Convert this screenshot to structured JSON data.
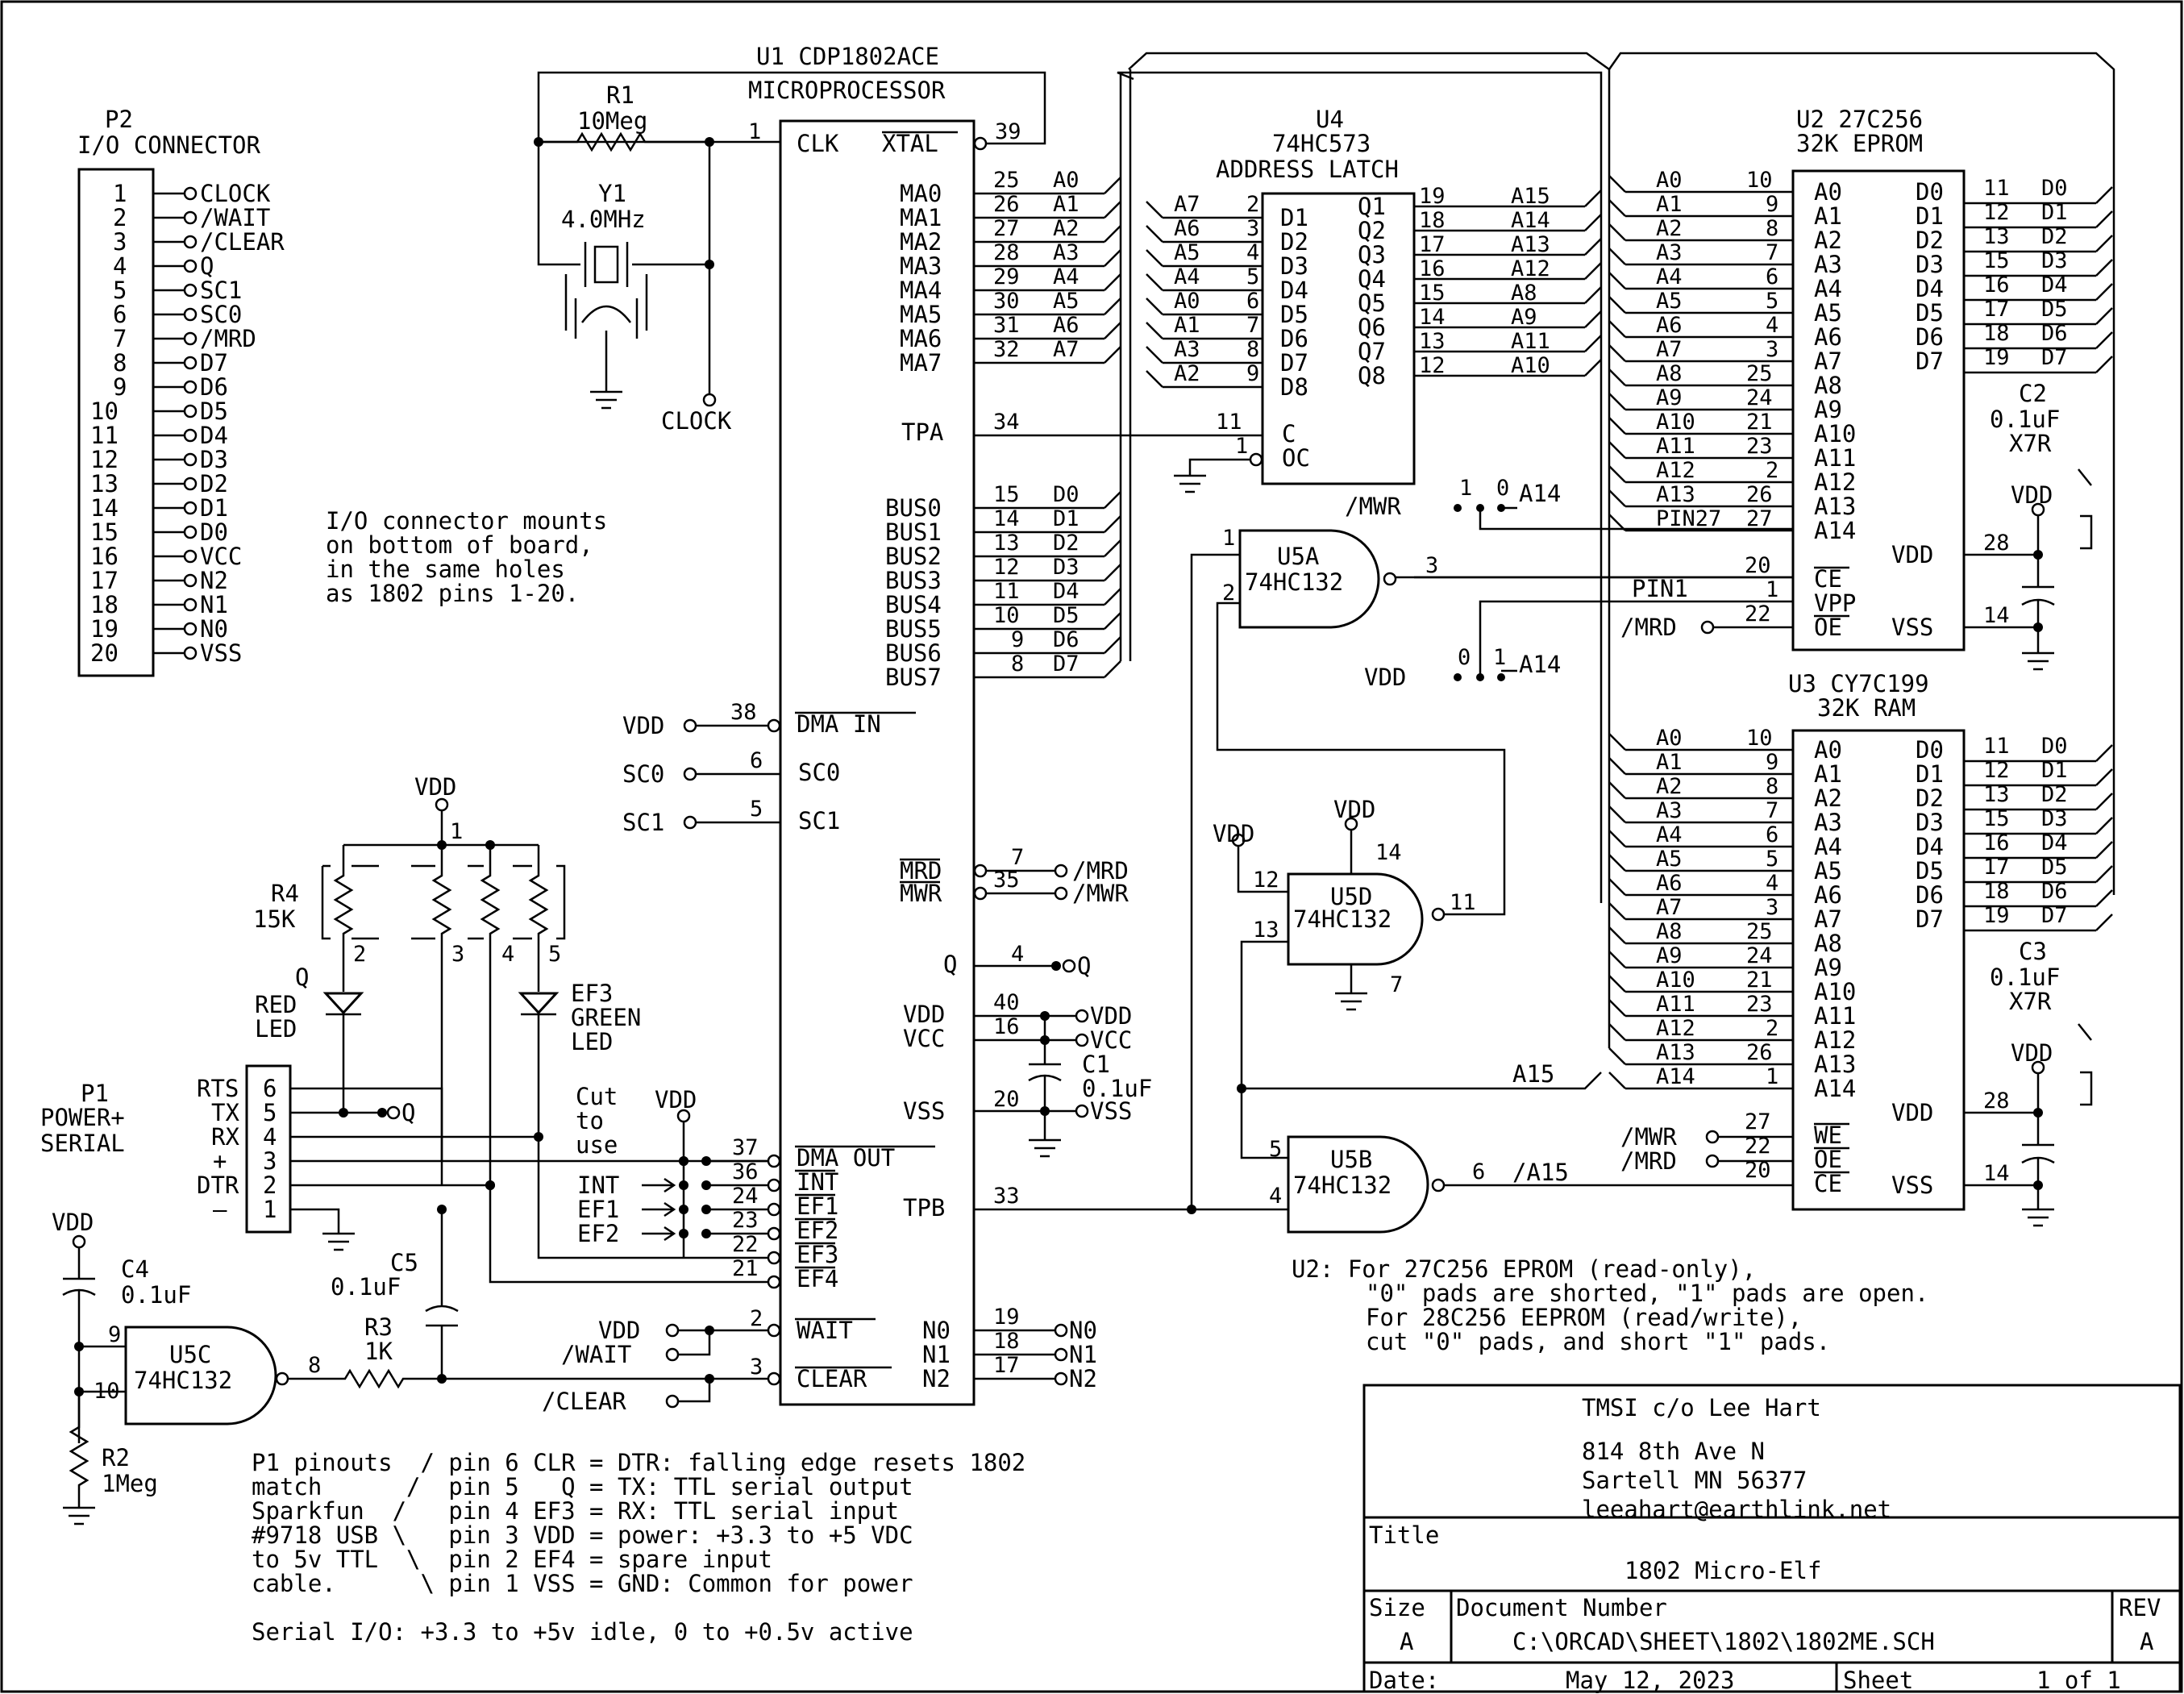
{
  "title_block": {
    "company": "TMSI c/o Lee Hart",
    "address1": "814 8th Ave N",
    "address2": "Sartell MN 56377",
    "email": "leeahart@earthlink.net",
    "title_label": "Title",
    "title": "1802 Micro-Elf",
    "size_label": "Size",
    "size": "A",
    "docnum_label": "Document Number",
    "docnum": "C:\\ORCAD\\SHEET\\1802\\1802ME.SCH",
    "rev_label": "REV",
    "rev": "A",
    "date_label": "Date:",
    "date": "May 12, 2023",
    "sheet_label": "Sheet",
    "sheet": "1 of 1"
  },
  "u1": {
    "ref": "U1 CDP1802ACE",
    "desc": "MICROPROCESSOR",
    "left_pins": [
      {
        "num": "25",
        "sig": "A0",
        "name": "MA0"
      },
      {
        "num": "26",
        "sig": "A1",
        "name": "MA1"
      },
      {
        "num": "27",
        "sig": "A2",
        "name": "MA2"
      },
      {
        "num": "28",
        "sig": "A3",
        "name": "MA3"
      },
      {
        "num": "29",
        "sig": "A4",
        "name": "MA4"
      },
      {
        "num": "30",
        "sig": "A5",
        "name": "MA5"
      },
      {
        "num": "31",
        "sig": "A6",
        "name": "MA6"
      },
      {
        "num": "32",
        "sig": "A7",
        "name": "MA7"
      }
    ],
    "bus_pins": [
      {
        "num": "15",
        "sig": "D0",
        "name": "BUS0"
      },
      {
        "num": "14",
        "sig": "D1",
        "name": "BUS1"
      },
      {
        "num": "13",
        "sig": "D2",
        "name": "BUS2"
      },
      {
        "num": "12",
        "sig": "D3",
        "name": "BUS3"
      },
      {
        "num": "11",
        "sig": "D4",
        "name": "BUS4"
      },
      {
        "num": "10",
        "sig": "D5",
        "name": "BUS5"
      },
      {
        "num": "9",
        "sig": "D6",
        "name": "BUS6"
      },
      {
        "num": "8",
        "sig": "D7",
        "name": "BUS7"
      }
    ],
    "clk": "CLK",
    "xtal": "XTAL",
    "pin1": "1",
    "pin39": "39",
    "tpa": "TPA",
    "tpa_num": "34",
    "dma_in": "DMA IN",
    "dma_in_num": "38",
    "vdd_in": "VDD",
    "sc0": "SC0",
    "sc0_num": "6",
    "sc0_net": "SC0",
    "sc1": "SC1",
    "sc1_num": "5",
    "sc1_net": "SC1",
    "mrd": "MRD",
    "mrd_num": "7",
    "mrd_net": "/MRD",
    "mwr": "MWR",
    "mwr_num": "35",
    "mwr_net": "/MWR",
    "q": "Q",
    "q_num": "4",
    "q_net": "Q",
    "vdd": "VDD",
    "vdd_num": "40",
    "vdd_net": "VDD",
    "vcc": "VCC",
    "vcc_num": "16",
    "vcc_net": "VCC",
    "vss": "VSS",
    "vss_num": "20",
    "vss_net": "VSS",
    "dma_out": "DMA OUT",
    "dma_out_num": "37",
    "int": "INT",
    "int_num": "36",
    "ef1": "EF1",
    "ef1_num": "24",
    "ef2": "EF2",
    "ef2_num": "23",
    "ef3": "EF3",
    "ef3_num": "22",
    "ef4": "EF4",
    "ef4_num": "21",
    "tpb": "TPB",
    "tpb_num": "33",
    "wait": "WAIT",
    "wait_num": "2",
    "clear": "CLEAR",
    "clear_num": "3",
    "n0": "N0",
    "n0_num": "19",
    "n0_net": "N0",
    "n1": "N1",
    "n1_num": "18",
    "n1_net": "N1",
    "n2": "N2",
    "n2_num": "17",
    "n2_net": "N2"
  },
  "u4": {
    "ref": "U4",
    "part": "74HC573",
    "desc": "ADDRESS LATCH",
    "inputs": [
      {
        "sig": "A7",
        "num": "2",
        "name": "D1"
      },
      {
        "sig": "A6",
        "num": "3",
        "name": "D2"
      },
      {
        "sig": "A5",
        "num": "4",
        "name": "D3"
      },
      {
        "sig": "A4",
        "num": "5",
        "name": "D4"
      },
      {
        "sig": "A0",
        "num": "6",
        "name": "D5"
      },
      {
        "sig": "A1",
        "num": "7",
        "name": "D6"
      },
      {
        "sig": "A3",
        "num": "8",
        "name": "D7"
      },
      {
        "sig": "A2",
        "num": "9",
        "name": "D8"
      }
    ],
    "outputs": [
      {
        "name": "Q1",
        "num": "19",
        "sig": "A15"
      },
      {
        "name": "Q2",
        "num": "18",
        "sig": "A14"
      },
      {
        "name": "Q3",
        "num": "17",
        "sig": "A13"
      },
      {
        "name": "Q4",
        "num": "16",
        "sig": "A12"
      },
      {
        "name": "Q5",
        "num": "15",
        "sig": "A8"
      },
      {
        "name": "Q6",
        "num": "14",
        "sig": "A9"
      },
      {
        "name": "Q7",
        "num": "13",
        "sig": "A11"
      },
      {
        "name": "Q8",
        "num": "12",
        "sig": "A10"
      }
    ],
    "c": "C",
    "c_num": "11",
    "oc": "OC",
    "oc_num": "1"
  },
  "u2": {
    "ref": "U2 27C256",
    "desc": "32K EPROM",
    "addr": [
      {
        "sig": "A0",
        "num": "10",
        "name": "A0"
      },
      {
        "sig": "A1",
        "num": "9",
        "name": "A1"
      },
      {
        "sig": "A2",
        "num": "8",
        "name": "A2"
      },
      {
        "sig": "A3",
        "num": "7",
        "name": "A3"
      },
      {
        "sig": "A4",
        "num": "6",
        "name": "A4"
      },
      {
        "sig": "A5",
        "num": "5",
        "name": "A5"
      },
      {
        "sig": "A6",
        "num": "4",
        "name": "A6"
      },
      {
        "sig": "A7",
        "num": "3",
        "name": "A7"
      },
      {
        "sig": "A8",
        "num": "25",
        "name": "A8"
      },
      {
        "sig": "A9",
        "num": "24",
        "name": "A9"
      },
      {
        "sig": "A10",
        "num": "21",
        "name": "A10"
      },
      {
        "sig": "A11",
        "num": "23",
        "name": "A11"
      },
      {
        "sig": "A12",
        "num": "2",
        "name": "A12"
      },
      {
        "sig": "A13",
        "num": "26",
        "name": "A13"
      },
      {
        "sig": "PIN27",
        "num": "27",
        "name": "A14"
      }
    ],
    "data": [
      {
        "name": "D0",
        "num": "11",
        "sig": "D0"
      },
      {
        "name": "D1",
        "num": "12",
        "sig": "D1"
      },
      {
        "name": "D2",
        "num": "13",
        "sig": "D2"
      },
      {
        "name": "D3",
        "num": "15",
        "sig": "D3"
      },
      {
        "name": "D4",
        "num": "16",
        "sig": "D4"
      },
      {
        "name": "D5",
        "num": "17",
        "sig": "D5"
      },
      {
        "name": "D6",
        "num": "18",
        "sig": "D6"
      },
      {
        "name": "D7",
        "num": "19",
        "sig": "D7"
      }
    ],
    "ce": "CE",
    "ce_num": "20",
    "vpp": "VPP",
    "vpp_num": "1",
    "vpp_net": "PIN1",
    "oe": "OE",
    "oe_num": "22",
    "oe_net": "/MRD",
    "vdd": "VDD",
    "vdd_num": "28",
    "vss": "VSS",
    "vss_num": "14"
  },
  "u3": {
    "ref": "U3 CY7C199",
    "desc": "32K RAM",
    "addr": [
      {
        "sig": "A0",
        "num": "10",
        "name": "A0"
      },
      {
        "sig": "A1",
        "num": "9",
        "name": "A1"
      },
      {
        "sig": "A2",
        "num": "8",
        "name": "A2"
      },
      {
        "sig": "A3",
        "num": "7",
        "name": "A3"
      },
      {
        "sig": "A4",
        "num": "6",
        "name": "A4"
      },
      {
        "sig": "A5",
        "num": "5",
        "name": "A5"
      },
      {
        "sig": "A6",
        "num": "4",
        "name": "A6"
      },
      {
        "sig": "A7",
        "num": "3",
        "name": "A7"
      },
      {
        "sig": "A8",
        "num": "25",
        "name": "A8"
      },
      {
        "sig": "A9",
        "num": "24",
        "name": "A9"
      },
      {
        "sig": "A10",
        "num": "21",
        "name": "A10"
      },
      {
        "sig": "A11",
        "num": "23",
        "name": "A11"
      },
      {
        "sig": "A12",
        "num": "2",
        "name": "A12"
      },
      {
        "sig": "A13",
        "num": "26",
        "name": "A13"
      },
      {
        "sig": "A14",
        "num": "1",
        "name": "A14"
      }
    ],
    "data": [
      {
        "name": "D0",
        "num": "11",
        "sig": "D0"
      },
      {
        "name": "D1",
        "num": "12",
        "sig": "D1"
      },
      {
        "name": "D2",
        "num": "13",
        "sig": "D2"
      },
      {
        "name": "D3",
        "num": "15",
        "sig": "D3"
      },
      {
        "name": "D4",
        "num": "16",
        "sig": "D4"
      },
      {
        "name": "D5",
        "num": "17",
        "sig": "D5"
      },
      {
        "name": "D6",
        "num": "18",
        "sig": "D6"
      },
      {
        "name": "D7",
        "num": "19",
        "sig": "D7"
      }
    ],
    "we": "WE",
    "we_num": "27",
    "we_net": "/MWR",
    "oe": "OE",
    "oe_num": "22",
    "oe_net": "/MRD",
    "ce": "CE",
    "ce_num": "20",
    "ce_net": "/A15",
    "vdd": "VDD",
    "vdd_num": "28",
    "vss": "VSS",
    "vss_num": "14"
  },
  "u5a": {
    "ref": "U5A",
    "part": "74HC132",
    "in1": "1",
    "in2": "2",
    "out": "3"
  },
  "u5b": {
    "ref": "U5B",
    "part": "74HC132",
    "in1": "5",
    "in2": "4",
    "out": "6",
    "net": "/A15"
  },
  "u5c": {
    "ref": "U5C",
    "part": "74HC132",
    "in1": "9",
    "in2": "10",
    "out": "8"
  },
  "u5d": {
    "ref": "U5D",
    "part": "74HC132",
    "in1": "12",
    "in2": "13",
    "out": "11",
    "vdd_pin": "14",
    "gnd_pin": "7",
    "vdd": "VDD",
    "vdd_in": "VDD"
  },
  "jumpers": {
    "mwr": "/MWR",
    "j1_0": "1",
    "j1_1": "0",
    "a14": "A14",
    "vdd": "VDD",
    "j2_0": "0",
    "j2_1": "1",
    "a14b": "A14",
    "a15": "A15",
    "mwr3": "/MWR",
    "mrd3": "/MRD"
  },
  "p2": {
    "ref": "P2",
    "desc": "I/O CONNECTOR",
    "pins": [
      {
        "num": "1",
        "name": "CLOCK"
      },
      {
        "num": "2",
        "name": "/WAIT"
      },
      {
        "num": "3",
        "name": "/CLEAR"
      },
      {
        "num": "4",
        "name": "Q"
      },
      {
        "num": "5",
        "name": "SC1"
      },
      {
        "num": "6",
        "name": "SC0"
      },
      {
        "num": "7",
        "name": "/MRD"
      },
      {
        "num": "8",
        "name": "D7"
      },
      {
        "num": "9",
        "name": "D6"
      },
      {
        "num": "10",
        "name": "D5"
      },
      {
        "num": "11",
        "name": "D4"
      },
      {
        "num": "12",
        "name": "D3"
      },
      {
        "num": "13",
        "name": "D2"
      },
      {
        "num": "14",
        "name": "D1"
      },
      {
        "num": "15",
        "name": "D0"
      },
      {
        "num": "16",
        "name": "VCC"
      },
      {
        "num": "17",
        "name": "N2"
      },
      {
        "num": "18",
        "name": "N1"
      },
      {
        "num": "19",
        "name": "N0"
      },
      {
        "num": "20",
        "name": "VSS"
      }
    ]
  },
  "p1": {
    "ref": "P1",
    "desc1": "POWER+",
    "desc2": "SERIAL",
    "pins": [
      {
        "label": "RTS",
        "num": "6"
      },
      {
        "label": "TX",
        "num": "5"
      },
      {
        "label": "RX",
        "num": "4"
      },
      {
        "label": "+",
        "num": "3"
      },
      {
        "label": "DTR",
        "num": "2"
      },
      {
        "label": "–",
        "num": "1"
      }
    ],
    "q_net": "Q"
  },
  "parts": {
    "r1_ref": "R1",
    "r1_val": "10Meg",
    "y1_ref": "Y1",
    "y1_val": "4.0MHz",
    "clock": "CLOCK",
    "r4_ref": "R4",
    "r4_val": "15K",
    "r4_vdd": "VDD",
    "r4_p1": "1",
    "r4_p2": "2",
    "r4_p3": "3",
    "r4_p4": "4",
    "r4_p5": "5",
    "led_red_q": "Q",
    "led_red1": "RED",
    "led_red2": "LED",
    "led_grn1": "EF3",
    "led_grn2": "GREEN",
    "led_grn3": "LED",
    "cut1": "Cut",
    "cut2": "to",
    "cut3": "use",
    "cut_vdd": "VDD",
    "int": "INT",
    "ef1": "EF1",
    "ef2": "EF2",
    "c1_ref": "C1",
    "c1_val": "0.1uF",
    "c2_ref": "C2",
    "c2_val": "0.1uF",
    "c2_type": "X7R",
    "c2_vdd": "VDD",
    "c3_ref": "C3",
    "c3_val": "0.1uF",
    "c3_type": "X7R",
    "c3_vdd": "VDD",
    "c4_ref": "C4",
    "c4_val": "0.1uF",
    "c4_vdd": "VDD",
    "c5_ref": "C5",
    "c5_val": "0.1uF",
    "r3_ref": "R3",
    "r3_val": "1K",
    "r2_ref": "R2",
    "r2_val": "1Meg",
    "wait_vdd": "VDD",
    "wait_net": "/WAIT",
    "clear_net": "/CLEAR"
  },
  "notes": {
    "io1": "I/O connector mounts",
    "io2": "on bottom of board,",
    "io3": "in the same holes",
    "io4": "as 1802 pins 1-20.",
    "u2_1": "U2: For 27C256 EPROM (read-only),",
    "u2_2": "\"0\" pads are shorted, \"1\" pads are open.",
    "u2_3": "For 28C256 EEPROM (read/write),",
    "u2_4": "cut \"0\" pads, and short \"1\" pads.",
    "p1_1": "P1 pinouts  / pin 6 CLR = DTR: falling edge resets 1802",
    "p1_2": "match      /  pin 5   Q = TX: TTL serial output",
    "p1_3": "Sparkfun  /   pin 4 EF3 = RX: TTL serial input",
    "p1_4": "#9718 USB \\   pin 3 VDD = power: +3.3 to +5 VDC",
    "p1_5": "to 5v TTL  \\  pin 2 EF4 = spare input",
    "p1_6": "cable.      \\ pin 1 VSS = GND: Common for power",
    "serial": "Serial I/O: +3.3 to +5v idle, 0 to +0.5v active"
  }
}
